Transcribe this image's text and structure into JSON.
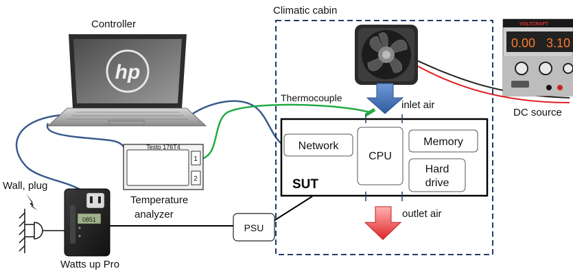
{
  "labels": {
    "controller": "Controller",
    "climatic_cabin": "Climatic cabin",
    "thermocouple": "Thermocouple",
    "inlet_air": "inlet air",
    "outlet_air": "outlet air",
    "dc_source": "DC source",
    "wall_plug": "Wall, plug",
    "temperature_analyzer_line1": "Temperature",
    "temperature_analyzer_line2": "analyzer",
    "watts_up_pro": "Watts up Pro",
    "psu": "PSU"
  },
  "sut": {
    "title": "SUT",
    "network": "Network",
    "cpu": "CPU",
    "memory": "Memory",
    "hard_drive_line1": "Hard",
    "hard_drive_line2": "drive"
  },
  "analyzer": {
    "model": "Testo 176T4",
    "port1": "1",
    "port2": "2"
  },
  "laptop_logo": "hp",
  "dc_display": {
    "brand": "VOLTCRAFT",
    "voltage": "0.00",
    "current": "3.10"
  },
  "watts_meter": {
    "display": "0851"
  },
  "colors": {
    "blue_cable": "#3a5a8c",
    "green_cable": "#22aa44",
    "red_wire": "#e02020",
    "cabin_border": "#1f3b66",
    "inlet_arrow": "#3f6fb5",
    "outlet_arrow": "#e83030"
  }
}
